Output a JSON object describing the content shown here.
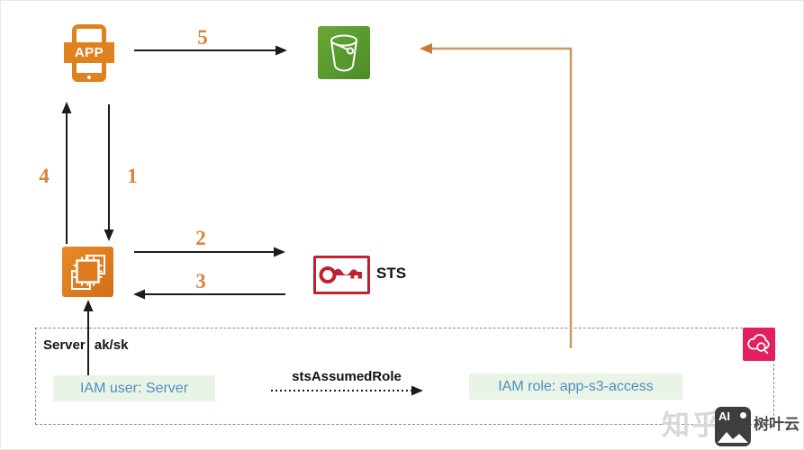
{
  "colors": {
    "accent_orange": "#e0811f",
    "step_number_orange": "#d9823c",
    "s3_green": "#579a2e",
    "sts_red": "#c0212f",
    "cloud_pink": "#e2205f",
    "iam_box_bg": "#e9f3e6",
    "iam_text_blue": "#4e8fc0",
    "feedback_line_tan": "#c89a62"
  },
  "nodes": {
    "app": {
      "label": "APP"
    },
    "sts": {
      "label": "STS"
    }
  },
  "steps": {
    "s1": "1",
    "s2": "2",
    "s3": "3",
    "s4": "4",
    "s5": "5"
  },
  "labels": {
    "server_credentials": "Server ak/sk",
    "iam_user": "IAM user: Server",
    "sts_assume_role": "stsAssumedRole",
    "iam_role": "IAM role: app-s3-access"
  },
  "watermark": {
    "site": "知乎",
    "badge": "AI",
    "author": "树叶云"
  }
}
